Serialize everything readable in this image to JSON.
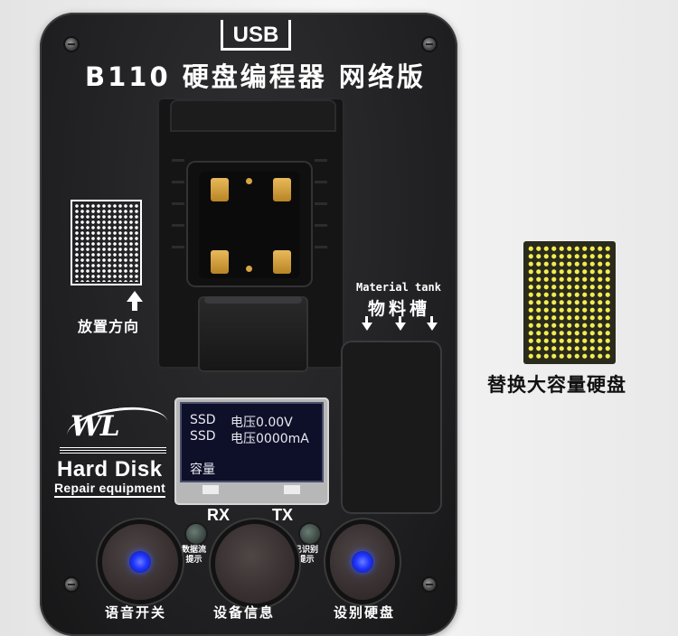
{
  "device": {
    "usb_label": "USB",
    "title": "B110 硬盘编程器 网络版",
    "place_direction_label": "放置方向",
    "material_tank_en": "Material tank",
    "material_tank_cn": "物料槽"
  },
  "branding": {
    "logo_text": "WL",
    "product_line1": "Hard Disk",
    "product_line2": "Repair equipment"
  },
  "lcd": {
    "rows": [
      {
        "left": "SSD",
        "right": "电压0.00V"
      },
      {
        "left": "SSD",
        "right": "电压0000mA"
      },
      {
        "left": "容量",
        "right": ""
      }
    ]
  },
  "indicators": {
    "rx_label": "RX",
    "tx_label": "TX",
    "left_led_hint_1": "数据流",
    "left_led_hint_2": "提示",
    "right_led_hint_1": "已识别",
    "right_led_hint_2": "提示"
  },
  "buttons": {
    "voice_switch": "语音开关",
    "device_info": "设备信息",
    "identify_disk": "设别硬盘"
  },
  "side": {
    "replacement_label": "替换大容量硬盘"
  }
}
